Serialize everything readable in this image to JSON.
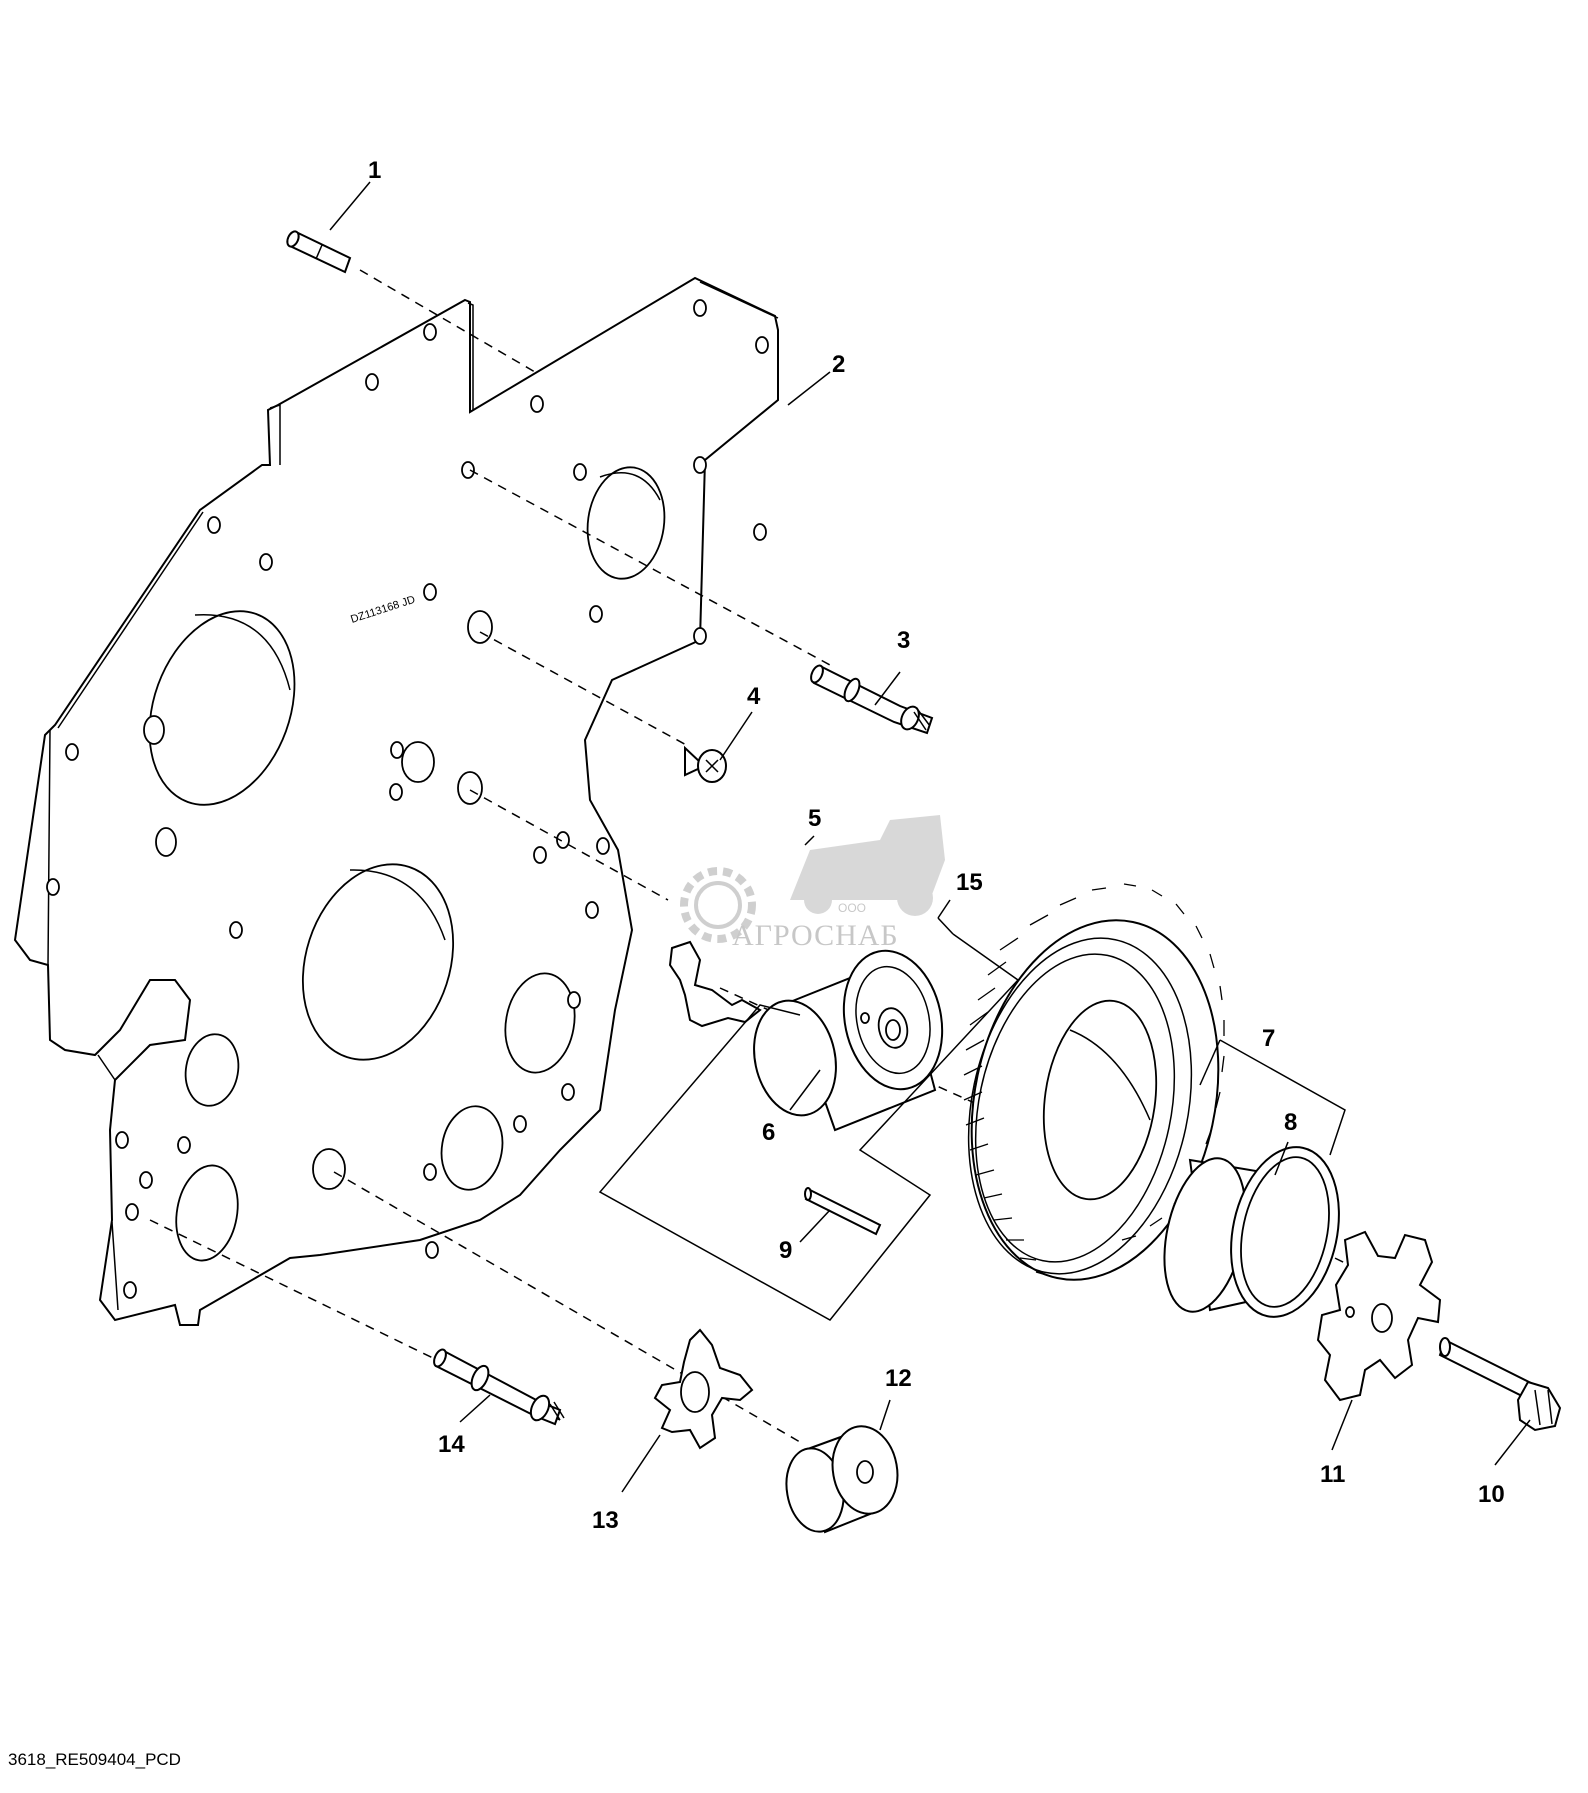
{
  "diagram": {
    "drawing_id": "3618_RE509404_PCD",
    "plate_stamp": "DZ113168 JD",
    "watermark": {
      "company_prefix": "ООО",
      "company_name": "АГРОСНАБ"
    },
    "callouts": {
      "c1": "1",
      "c2": "2",
      "c3": "3",
      "c4": "4",
      "c5": "5",
      "c6": "6",
      "c7": "7",
      "c8": "8",
      "c9": "9",
      "c10": "10",
      "c11": "11",
      "c12": "12",
      "c13": "13",
      "c14": "14",
      "c15": "15"
    }
  }
}
